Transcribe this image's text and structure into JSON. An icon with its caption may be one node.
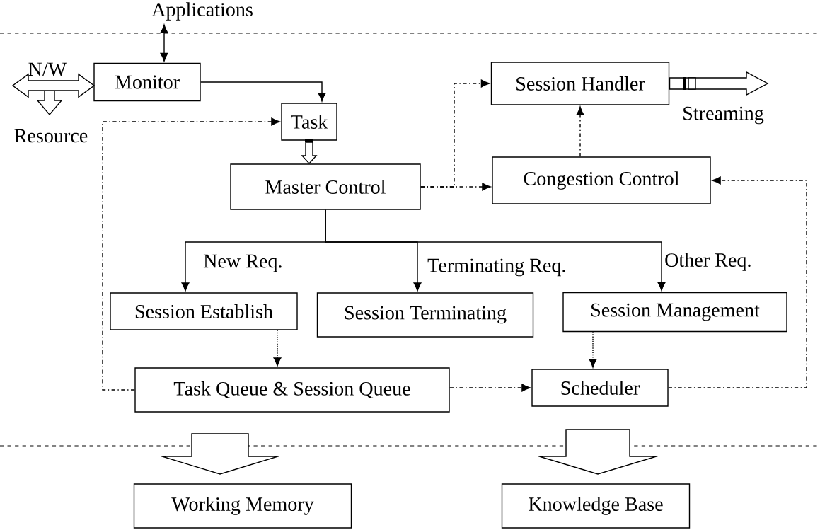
{
  "diagram": {
    "nodes": [
      {
        "text": [
          "Applications"
        ]
      },
      {
        "text": [
          "Monitor"
        ]
      },
      {
        "text": [
          "Task"
        ]
      },
      {
        "text": [
          "Master Control"
        ]
      },
      {
        "text": [
          "Session Handler"
        ]
      },
      {
        "text": [
          "Congestion Control"
        ]
      },
      {
        "text": [
          "Session Establish"
        ]
      },
      {
        "text": [
          "Session Terminating"
        ]
      },
      {
        "text": [
          "Session Management"
        ]
      },
      {
        "text": [
          "Task Queue & Session Queue"
        ]
      },
      {
        "text": [
          "Scheduler"
        ]
      },
      {
        "text": [
          "Working Memory"
        ]
      },
      {
        "text": [
          "Knowledge Base"
        ]
      }
    ],
    "edges": [
      {
        "from": 0,
        "to": 1,
        "arrow": "both"
      },
      {
        "from": 1,
        "to": null,
        "arrow": "both",
        "style": "thick"
      },
      {
        "from": 1,
        "to": 2,
        "arrow": "to"
      },
      {
        "from": 2,
        "to": 3,
        "arrow": "to",
        "style": "thick"
      },
      {
        "from": 3,
        "to": 4,
        "arrow": "to",
        "style": "dashed"
      },
      {
        "from": 3,
        "to": 5,
        "arrow": "to",
        "style": "dashed"
      },
      {
        "from": 5,
        "to": 4,
        "arrow": "to",
        "style": "dashed"
      },
      {
        "from": 3,
        "to": 6,
        "arrow": "to",
        "label": "New Req."
      },
      {
        "from": 3,
        "to": 7,
        "arrow": "to",
        "label": "Terminating Req."
      },
      {
        "from": 3,
        "to": 8,
        "arrow": "to",
        "label": "Other Req."
      },
      {
        "from": 6,
        "to": 9,
        "arrow": "to",
        "style": "dashed"
      },
      {
        "from": 8,
        "to": 10,
        "arrow": "to",
        "style": "dashed"
      },
      {
        "from": 9,
        "to": 10,
        "arrow": "to",
        "style": "dashed"
      },
      {
        "from": 10,
        "to": 5,
        "arrow": "to",
        "style": "dashed"
      },
      {
        "from": 9,
        "to": 11,
        "arrow": "to",
        "style": "thick"
      },
      {
        "from": 10,
        "to": 12,
        "arrow": "to",
        "style": "thick"
      },
      {
        "from": 4,
        "to": null,
        "arrow": "to",
        "label": "Streaming",
        "style": "thick"
      },
      {
        "from": 9,
        "to": 2,
        "arrow": "to",
        "style": "dashed"
      }
    ],
    "labels": [
      "N/W",
      "Resource"
    ]
  }
}
